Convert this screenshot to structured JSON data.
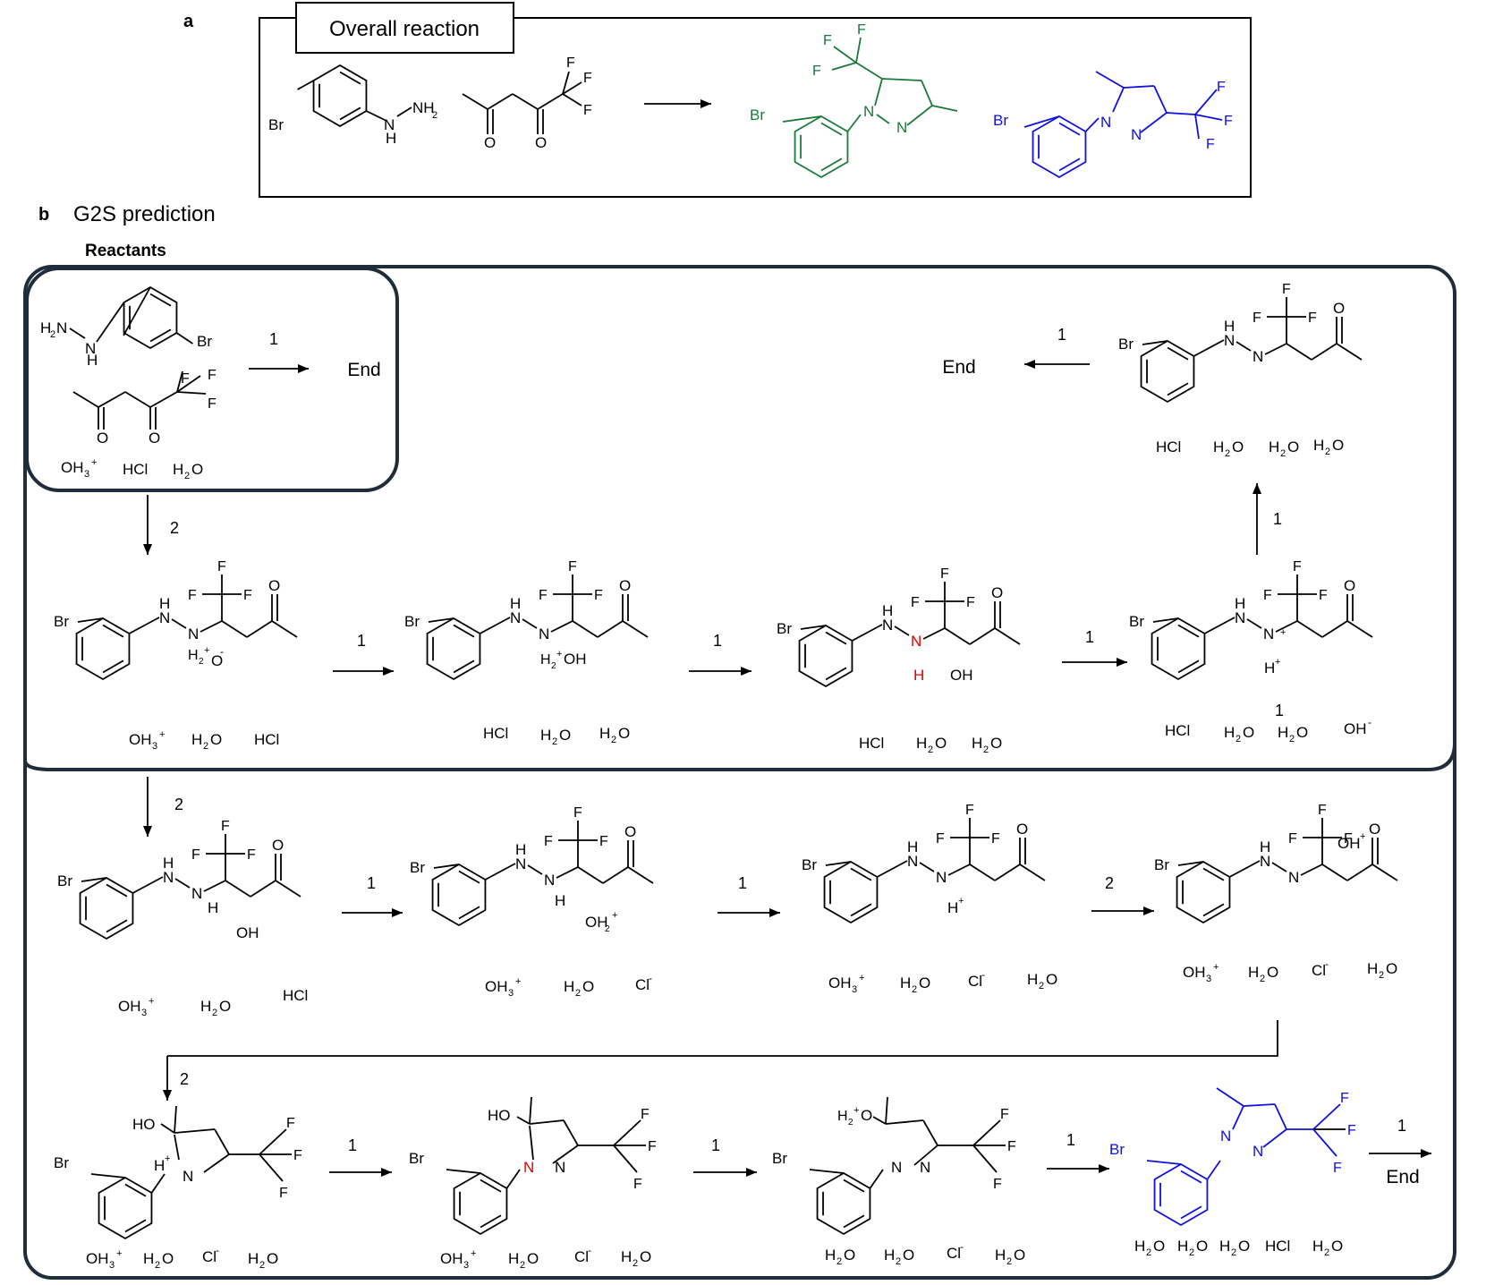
{
  "panel_a": {
    "letter": "a",
    "box_title": "Overall reaction",
    "colors": {
      "product_1": "#1a7a3a",
      "product_2": "#1010e0"
    }
  },
  "panel_b": {
    "letter": "b",
    "title": "G2S prediction",
    "reactants_label": "Reactants",
    "highlight_color": "#e00000",
    "frame_color": "#1f2d3a"
  },
  "atoms": {
    "Br": "Br",
    "N": "N",
    "H": "H",
    "NH2": "NH",
    "H2N": "H",
    "F": "F",
    "O": "O",
    "OH": "OH",
    "HO": "HO",
    "OH_plus": "OH",
    "H2_plus_O": "H",
    "OH2": "OH"
  },
  "species": {
    "OH3": "OH",
    "HCl": "HCl",
    "H2O": "H",
    "Cl": "Cl",
    "OH_minus": "OH",
    "plus": "+",
    "minus": "-",
    "sub2": "2",
    "sub3": "3",
    "O_char": "O"
  },
  "end_label": "End",
  "arrow_labels": {
    "one": "1",
    "two": "2"
  }
}
